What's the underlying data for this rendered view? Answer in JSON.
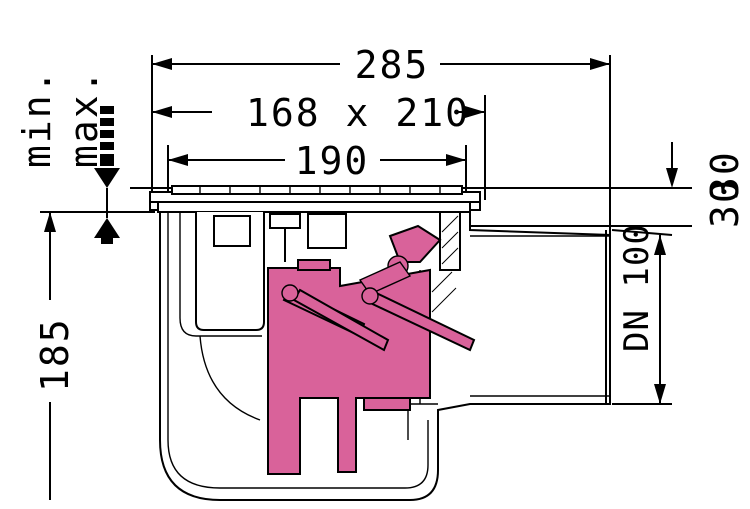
{
  "dimensions": {
    "overall_width": "285",
    "grate_size": "168 x 210",
    "frame_width": "190",
    "height": "185",
    "top_offset": "30",
    "side_offset": "30",
    "outlet": "DN 100"
  },
  "labels": {
    "min": "min.",
    "max": "max."
  },
  "colors": {
    "accent": "#d9629a",
    "line": "#000000"
  }
}
